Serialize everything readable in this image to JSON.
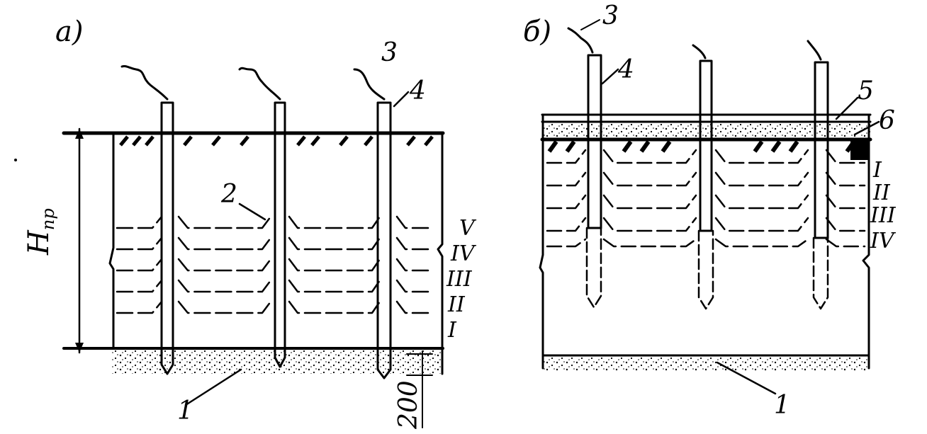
{
  "diagram_a": {
    "label": "а)",
    "callouts": {
      "c1": "1",
      "c2": "2",
      "c3": "3",
      "c4": "4"
    },
    "dimension_label": "H",
    "dimension_subscript": "пр",
    "depth_label": "200",
    "layers": [
      "V",
      "IV",
      "III",
      "II",
      "I"
    ]
  },
  "diagram_b": {
    "label": "б)",
    "callouts": {
      "c1": "1",
      "c3": "3",
      "c4": "4",
      "c5": "5",
      "c6": "6"
    },
    "layers": [
      "I",
      "II",
      "III",
      "IV"
    ]
  }
}
